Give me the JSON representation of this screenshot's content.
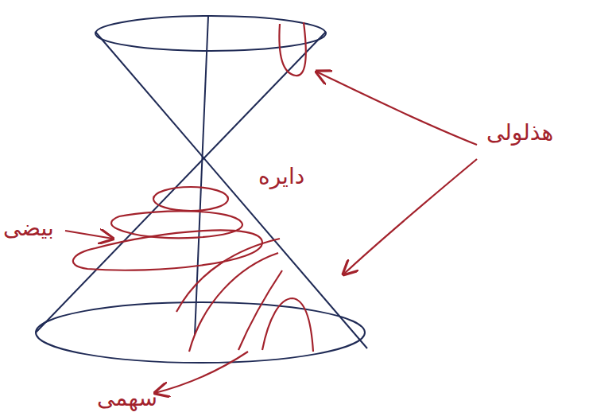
{
  "diagram": {
    "labels": [
      "هذلولی",
      "دایره",
      "بیضی",
      "سهمی"
    ]
  }
}
